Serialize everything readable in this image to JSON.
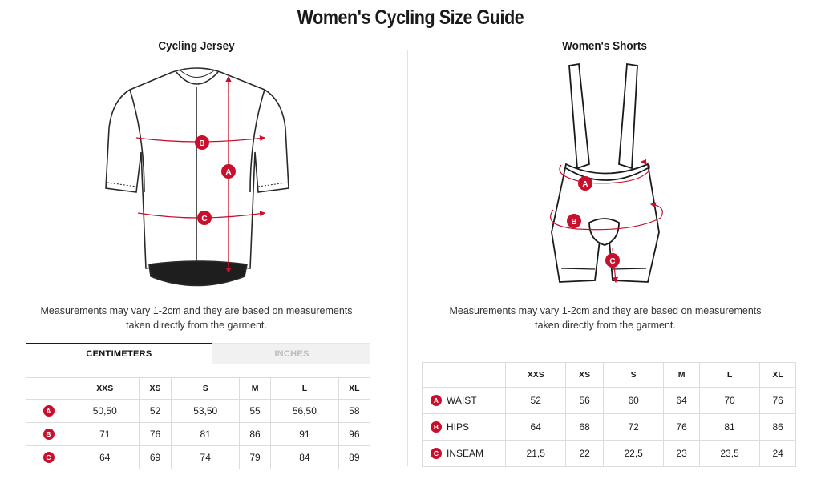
{
  "title": "Women's Cycling Size Guide",
  "jersey": {
    "heading": "Cycling Jersey",
    "note_line1": "Measurements may vary 1-2cm and they are based on measurements",
    "note_line2": "taken directly from the garment.",
    "unit_toggle": {
      "active": "CENTIMETERS",
      "inactive": "INCHES"
    },
    "sizes": [
      "XXS",
      "XS",
      "S",
      "M",
      "L",
      "XL"
    ],
    "rows": [
      {
        "code": "A",
        "values": [
          "50,50",
          "52",
          "53,50",
          "55",
          "56,50",
          "58"
        ]
      },
      {
        "code": "B",
        "values": [
          "71",
          "76",
          "81",
          "86",
          "91",
          "96"
        ]
      },
      {
        "code": "C",
        "values": [
          "64",
          "69",
          "74",
          "79",
          "84",
          "89"
        ]
      }
    ],
    "markers": [
      "A",
      "B",
      "C"
    ]
  },
  "shorts": {
    "heading": "Women's Shorts",
    "note_line1": "Measurements may vary 1-2cm and they are based on measurements",
    "note_line2": "taken directly from the garment.",
    "sizes": [
      "XXS",
      "XS",
      "S",
      "M",
      "L",
      "XL"
    ],
    "rows": [
      {
        "code": "A",
        "label": "WAIST",
        "values": [
          "52",
          "56",
          "60",
          "64",
          "70",
          "76"
        ]
      },
      {
        "code": "B",
        "label": "HIPS",
        "values": [
          "64",
          "68",
          "72",
          "76",
          "81",
          "86"
        ]
      },
      {
        "code": "C",
        "label": "INSEAM",
        "values": [
          "21,5",
          "22",
          "22,5",
          "23",
          "23,5",
          "24"
        ]
      }
    ],
    "markers": [
      "A",
      "B",
      "C"
    ]
  },
  "colors": {
    "accent": "#c8102e",
    "border": "#dcdcdc",
    "text": "#1a1a1a"
  }
}
